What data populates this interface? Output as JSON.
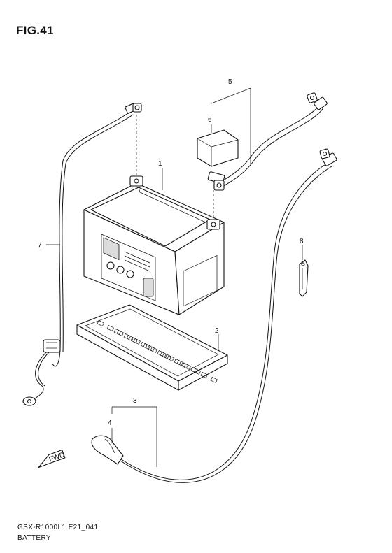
{
  "figure": {
    "title": "FIG.41",
    "model_code": "GSX-R1000L1 E21_041",
    "group_name": "BATTERY",
    "fwd_label": "FWD"
  },
  "callouts": [
    {
      "num": "1"
    },
    {
      "num": "2"
    },
    {
      "num": "3"
    },
    {
      "num": "4"
    },
    {
      "num": "5"
    },
    {
      "num": "6"
    },
    {
      "num": "7"
    },
    {
      "num": "8"
    }
  ]
}
